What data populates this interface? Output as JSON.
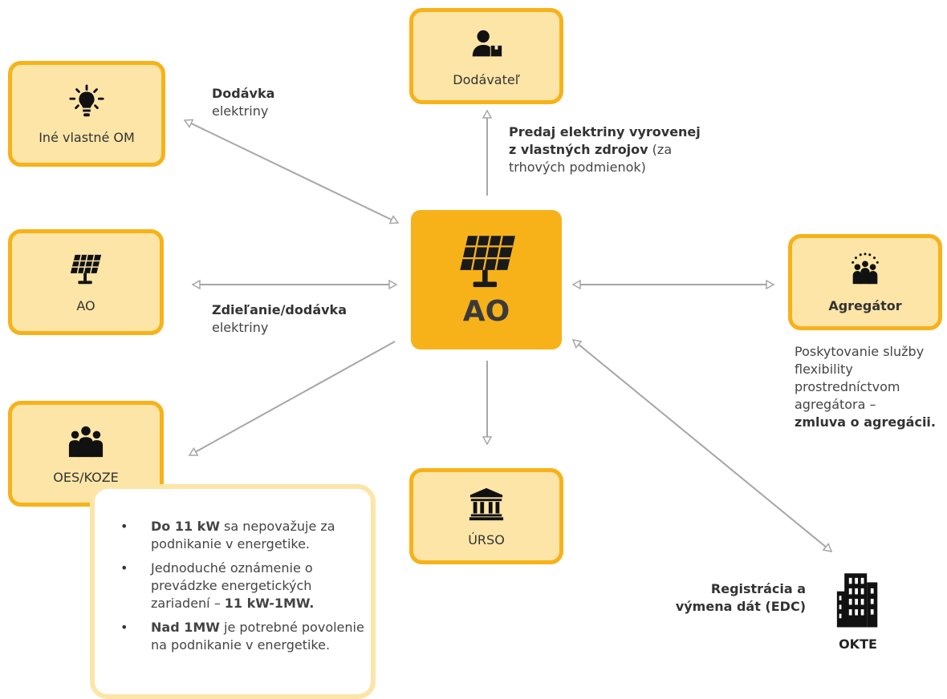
{
  "nodes": {
    "center": {
      "label": "AO",
      "icon": "solar-panel-icon"
    },
    "ine_om": {
      "label": "Iné vlastné OM",
      "icon": "lightbulb-icon"
    },
    "dodavatel": {
      "label": "Dodávateľ",
      "icon": "supplier-icon"
    },
    "ao_left": {
      "label": "AO",
      "icon": "solar-panel-icon"
    },
    "agregator": {
      "label": "Agregátor",
      "icon": "group-icon"
    },
    "oes_koze": {
      "label": "OES/KOZE",
      "icon": "community-icon"
    },
    "urso": {
      "label": "ÚRSO",
      "icon": "institution-icon"
    },
    "okte": {
      "label": "OKTE",
      "icon": "building-icon"
    }
  },
  "edges": {
    "dodavka": {
      "bold": "Dodávka",
      "normal": "elektriny"
    },
    "predaj": {
      "line1": "Predaj elektriny vyrovenej",
      "line2_bold": "z vlastných zdrojov",
      "line2_normal": " (za",
      "line3": "trhových podmienok)"
    },
    "zdielanie": {
      "bold": "Zdieľanie/dodávka",
      "normal": "elektriny"
    },
    "agregator_note": {
      "l1": "Poskytovanie služby",
      "l2": "flexibility",
      "l3": "prostredníctvom",
      "l4": "agregátora –",
      "l5_bold": "zmluva o agregácii."
    },
    "registracia": {
      "l1": "Registrácia a",
      "l2": "výmena dát (EDC)"
    }
  },
  "oes_note": [
    {
      "bold": "Do 11 kW",
      "text": " sa nepovažuje za podnikanie v energetike."
    },
    {
      "bold": "",
      "text": "Jednoduché oznámenie o prevádzke energetických zariadení – ",
      "bold_after": "11 kW-1MW."
    },
    {
      "bold": "Nad 1MW",
      "text": " je potrebné povolenie na podnikanie v energetike."
    }
  ],
  "colors": {
    "accent": "#f7b21a",
    "box_fill": "#fde5a7",
    "line": "#a6a6a6"
  }
}
